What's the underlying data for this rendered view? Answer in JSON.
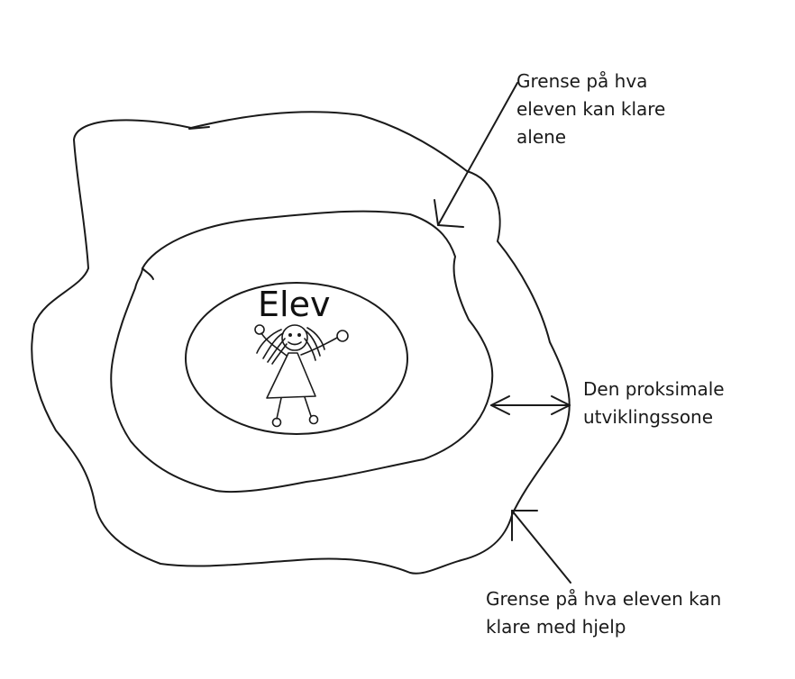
{
  "diagram": {
    "center_label": "Elev",
    "labels": {
      "inner_boundary": [
        "Grense på hva",
        "eleven kan klare",
        "alene"
      ],
      "zone": [
        "Den proksimale",
        "utviklingssone"
      ],
      "outer_boundary": [
        "Grense på hva eleven kan",
        "klare med hjelp"
      ]
    },
    "colors": {
      "line": "#1a1a1a",
      "background": "#ffffff"
    }
  }
}
